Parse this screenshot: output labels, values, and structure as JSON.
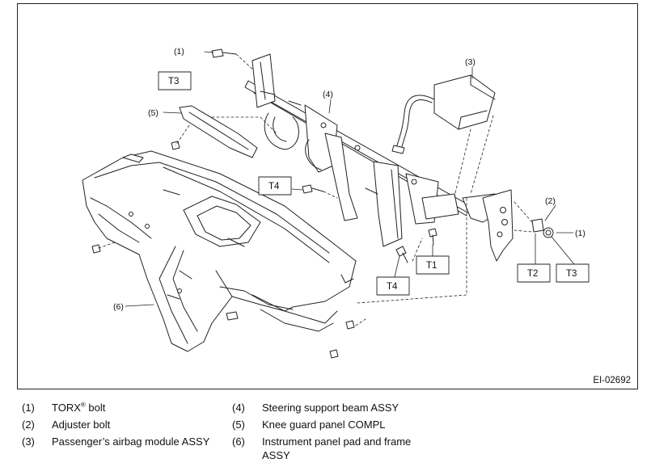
{
  "figure": {
    "id": "EI-02692",
    "callouts": [
      "(1)",
      "(2)",
      "(3)",
      "(4)",
      "(5)",
      "(6)",
      "(1)"
    ],
    "torque_labels": [
      "T3",
      "T4",
      "T4",
      "T1",
      "T2",
      "T3"
    ]
  },
  "legend": [
    {
      "num": "(1)",
      "text": "TORX",
      "sup": "®",
      "suffix": " bolt"
    },
    {
      "num": "(2)",
      "text": "Adjuster bolt"
    },
    {
      "num": "(3)",
      "text": "Passenger’s airbag module ASSY"
    },
    {
      "num": "(4)",
      "text": "Steering support beam ASSY"
    },
    {
      "num": "(5)",
      "text": "Knee guard panel COMPL"
    },
    {
      "num": "(6)",
      "text": "Instrument panel pad and frame ASSY"
    }
  ]
}
